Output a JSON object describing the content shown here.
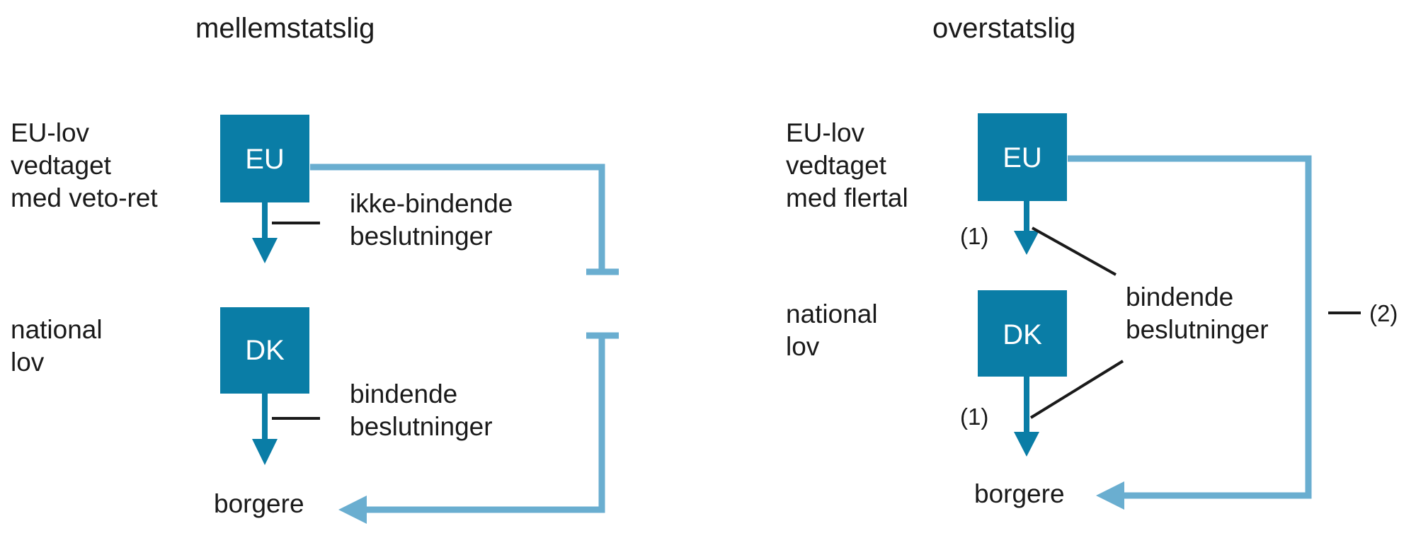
{
  "colors": {
    "box": "#0a7da6",
    "dark_arrow": "#0a7da6",
    "light_arrow": "#6aaed0",
    "leader_line": "#1a1a1a",
    "text": "#1a1a1a",
    "box_text": "#ffffff"
  },
  "left_panel": {
    "title": "mellemstatslig",
    "eu_label_lines": [
      "EU-lov",
      "vedtaget",
      "med veto-ret"
    ],
    "national_label_lines": [
      "national",
      "lov"
    ],
    "eu_box": "EU",
    "dk_box": "DK",
    "eu_decision_lines": [
      "ikke-bindende",
      "beslutninger"
    ],
    "dk_decision_lines": [
      "bindende",
      "beslutninger"
    ],
    "citizens": "borgere"
  },
  "right_panel": {
    "title": "overstatslig",
    "eu_label_lines": [
      "EU-lov",
      "vedtaget",
      "med flertal"
    ],
    "national_label_lines": [
      "national",
      "lov"
    ],
    "eu_box": "EU",
    "dk_box": "DK",
    "decision_lines": [
      "bindende",
      "beslutninger"
    ],
    "marker_1_top": "(1)",
    "marker_1_bottom": "(1)",
    "marker_2": "(2)",
    "citizens": "borgere"
  }
}
